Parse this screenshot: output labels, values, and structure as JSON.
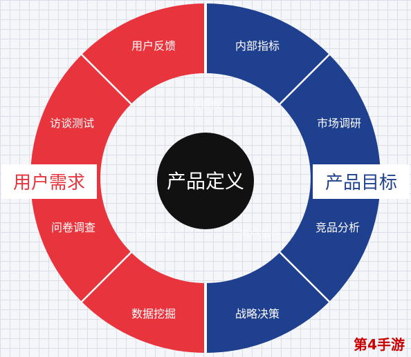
{
  "colors": {
    "red": "#e8343d",
    "blue": "#1f3f8f",
    "center": "#111111"
  },
  "center_label": "产品定义",
  "left_label": "用户需求",
  "right_label": "产品目标",
  "left_segments": [
    "用户反馈",
    "访谈测试",
    "问卷调查",
    "数据挖掘"
  ],
  "right_segments": [
    "内部指标",
    "市场调研",
    "竞品分析",
    "战略决策"
  ],
  "inner_labels": [
    "故事板",
    "场景描述",
    "用户角色"
  ],
  "watermark": "第4手游"
}
